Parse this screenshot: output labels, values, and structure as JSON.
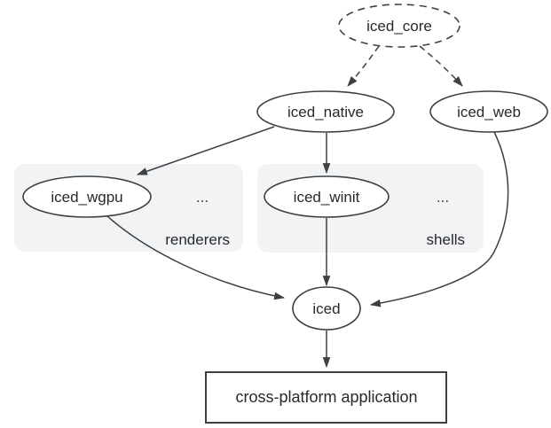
{
  "diagram": {
    "nodes": {
      "iced_core": {
        "label": "iced_core",
        "shape": "ellipse",
        "style": "dashed"
      },
      "iced_native": {
        "label": "iced_native",
        "shape": "ellipse",
        "style": "solid"
      },
      "iced_web": {
        "label": "iced_web",
        "shape": "ellipse",
        "style": "solid"
      },
      "iced_wgpu": {
        "label": "iced_wgpu",
        "shape": "ellipse",
        "style": "solid",
        "group": "renderers"
      },
      "iced_winit": {
        "label": "iced_winit",
        "shape": "ellipse",
        "style": "solid",
        "group": "shells"
      },
      "iced": {
        "label": "iced",
        "shape": "ellipse",
        "style": "solid"
      },
      "app": {
        "label": "cross-platform application",
        "shape": "rect",
        "style": "solid"
      }
    },
    "groups": {
      "renderers": {
        "label": "renderers",
        "ellipsis": "..."
      },
      "shells": {
        "label": "shells",
        "ellipsis": "..."
      }
    },
    "edges": [
      {
        "from": "iced_core",
        "to": "iced_native",
        "style": "dashed"
      },
      {
        "from": "iced_core",
        "to": "iced_web",
        "style": "dashed"
      },
      {
        "from": "iced_native",
        "to": "iced_wgpu",
        "style": "solid"
      },
      {
        "from": "iced_native",
        "to": "iced_winit",
        "style": "solid"
      },
      {
        "from": "iced_wgpu",
        "to": "iced",
        "style": "solid"
      },
      {
        "from": "iced_winit",
        "to": "iced",
        "style": "solid"
      },
      {
        "from": "iced_web",
        "to": "iced",
        "style": "solid"
      },
      {
        "from": "iced",
        "to": "app",
        "style": "solid"
      }
    ],
    "colors": {
      "stroke": "#3c4043",
      "text": "#26292d",
      "group_fill": "#f1f3f5",
      "group_label_blue": "#1a73e8",
      "background": "#ffffff"
    }
  }
}
